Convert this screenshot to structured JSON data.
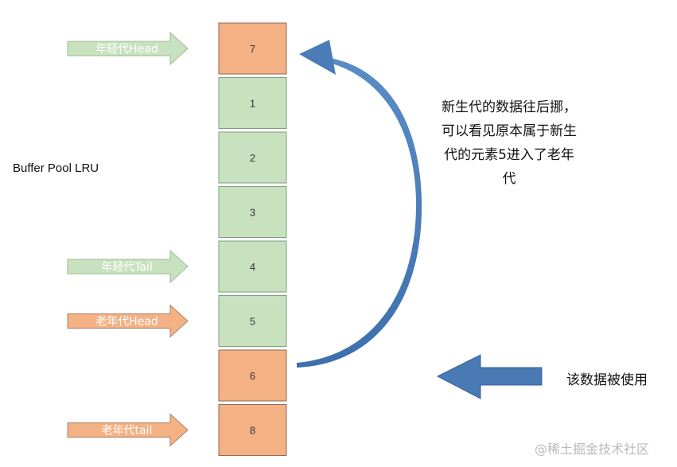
{
  "title": "Buffer Pool LRU",
  "blocks": [
    {
      "label": "7",
      "region": "old"
    },
    {
      "label": "1",
      "region": "young"
    },
    {
      "label": "2",
      "region": "young"
    },
    {
      "label": "3",
      "region": "young"
    },
    {
      "label": "4",
      "region": "young"
    },
    {
      "label": "5",
      "region": "young"
    },
    {
      "label": "6",
      "region": "old"
    },
    {
      "label": "8",
      "region": "old"
    }
  ],
  "pointers": [
    {
      "label": "年轻代Head",
      "target_index": 0,
      "region": "young"
    },
    {
      "label": "年轻代Tail",
      "target_index": 4,
      "region": "young"
    },
    {
      "label": "老年代Head",
      "target_index": 5,
      "region": "old"
    },
    {
      "label": "老年代tail",
      "target_index": 7,
      "region": "old"
    }
  ],
  "note": {
    "lines": [
      "新生代的数据往后挪，",
      "可以看见原本属于新生",
      "代的元素5进入了老年",
      "代"
    ]
  },
  "used_label": "该数据被使用",
  "watermark": "@稀土掘金技术社区",
  "colors": {
    "young_fill": "#c8e2bf",
    "young_stroke": "#7f9f7f",
    "old_fill": "#f4b183",
    "old_stroke": "#8a6a58",
    "arrow_blue": "#4a79b4",
    "arrow_blue_edge": "#3a62a0"
  }
}
